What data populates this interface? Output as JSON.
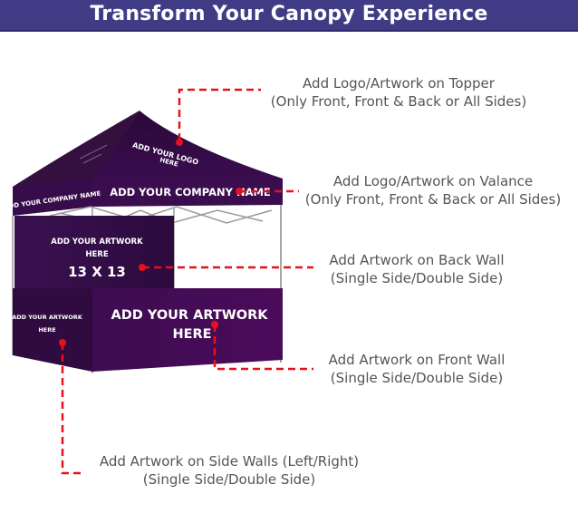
{
  "header": {
    "title": "Transform Your Canopy Experience",
    "background_color": "#3f3c85"
  },
  "tent": {
    "color": "#3a0d4e",
    "topper_text_line1": "ADD YOUR LOGO",
    "topper_text_line2": "HERE",
    "valance_front_text": "ADD YOUR COMPANY NAME",
    "valance_side_text": "ADD YOUR COMPANY NAME",
    "back_wall_line1": "ADD YOUR ARTWORK",
    "back_wall_line2": "HERE",
    "back_wall_size": "13 X 13",
    "side_wall_line1": "ADD YOUR ARTWORK",
    "side_wall_line2": "HERE",
    "front_wall_line1": "ADD YOUR ARTWORK",
    "front_wall_line2": "HERE"
  },
  "callouts": [
    {
      "id": "topper",
      "line1": "Add Logo/Artwork on Topper",
      "line2": "(Only Front, Front & Back or All Sides)"
    },
    {
      "id": "valance",
      "line1": "Add Logo/Artwork on Valance",
      "line2": "(Only Front, Front & Back or All Sides)"
    },
    {
      "id": "back-wall",
      "line1": "Add Artwork on Back Wall",
      "line2": "(Single Side/Double Side)"
    },
    {
      "id": "front-wall",
      "line1": "Add Artwork on Front Wall",
      "line2": "(Single Side/Double Side)"
    },
    {
      "id": "side-walls",
      "line1": "Add Artwork on Side Walls (Left/Right)",
      "line2": "(Single Side/Double Side)"
    }
  ],
  "leader_color": "#e8101a"
}
